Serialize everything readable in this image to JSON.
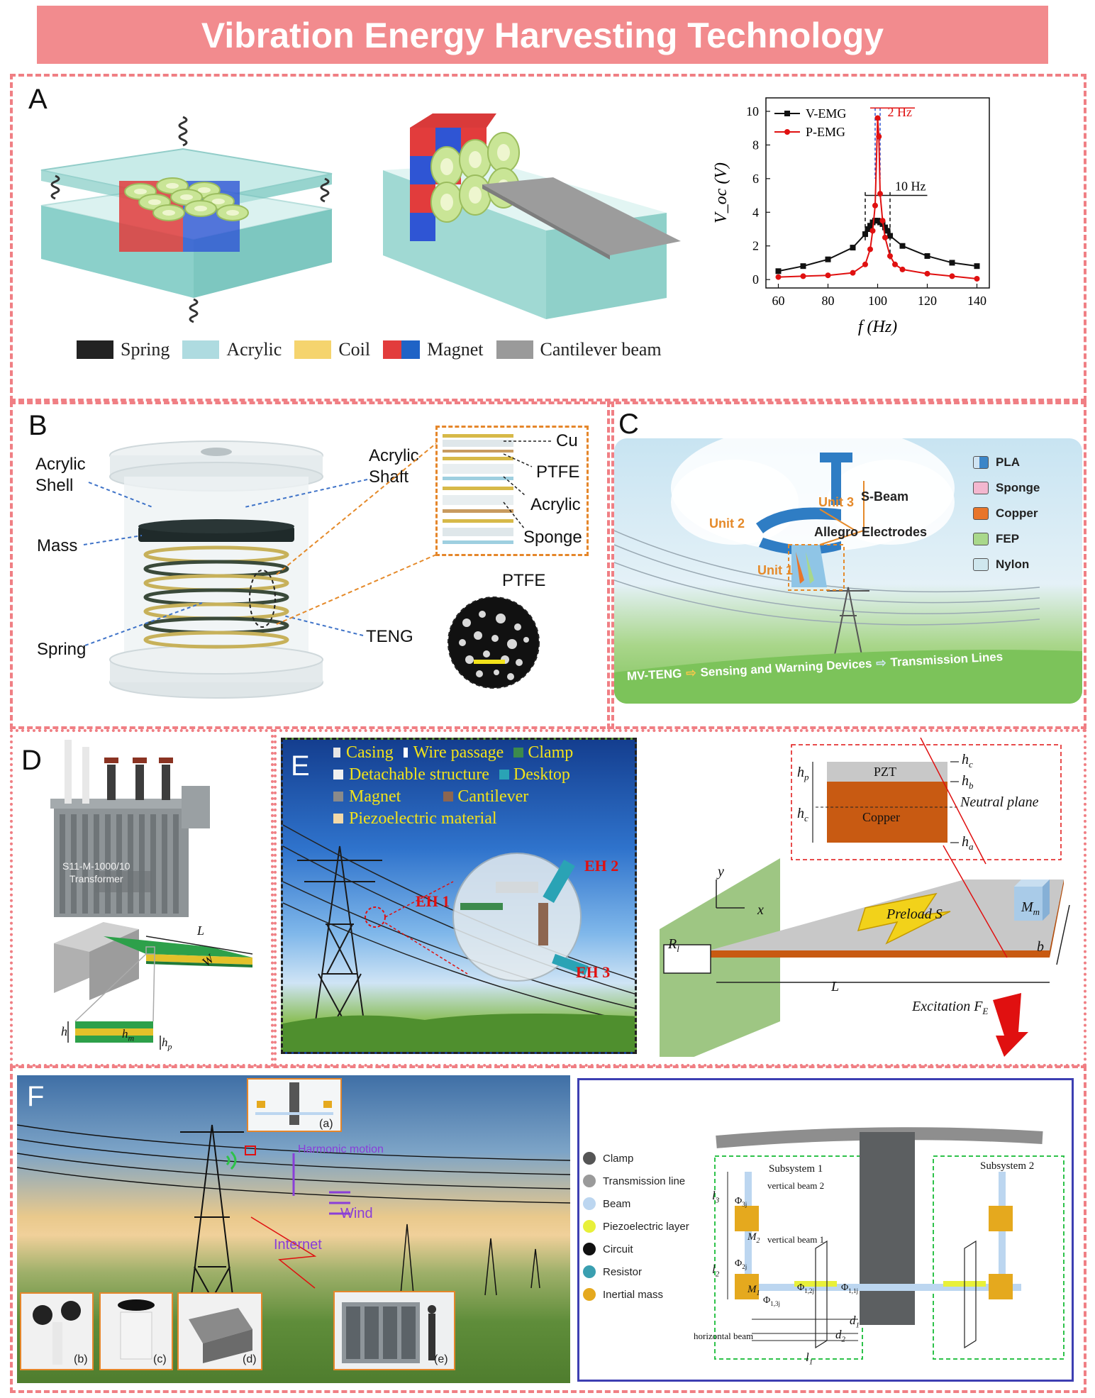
{
  "title": "Vibration Energy Harvesting Technology",
  "colors": {
    "title_bg": "#f28b8e",
    "dash": "#f07f84",
    "acrylic": "#a9dcd8",
    "coil": "#c5e08a",
    "magnet_red": "#e23c3c",
    "magnet_blue": "#2f55d4",
    "beam_gray": "#9c9c9c",
    "pzt_gray": "#c8c8c8",
    "copper": "#c85a12",
    "v_emg": "#111111",
    "p_emg": "#e01010"
  },
  "panels": {
    "a": {
      "letter": "A",
      "legend": [
        {
          "label": "Spring",
          "color": "#222222"
        },
        {
          "label": "Acrylic",
          "color": "#aedbe0"
        },
        {
          "label": "Coil",
          "color": "#f5d46e"
        },
        {
          "label": "Magnet",
          "color": "#e23c3c",
          "color2": "#1f63c6"
        },
        {
          "label": "Cantilever beam",
          "color": "#9a9a9a"
        }
      ]
    },
    "b": {
      "letter": "B",
      "labels": {
        "acrylic_shell": "Acrylic\nShell",
        "acrylic_shaft": "Acrylic\nShaft",
        "mass": "Mass",
        "spring": "Spring",
        "teng": "TENG",
        "cu": "Cu",
        "ptfe": "PTFE",
        "acrylic": "Acrylic",
        "sponge": "Sponge",
        "ptfe_micro": "PTFE"
      }
    },
    "c": {
      "letter": "C",
      "legend": [
        {
          "label": "PLA",
          "color": "#3b86c8"
        },
        {
          "label": "Sponge",
          "color": "#f3b7cf"
        },
        {
          "label": "Copper",
          "color": "#e8752a"
        },
        {
          "label": "FEP",
          "color": "#a9d88b"
        },
        {
          "label": "Nylon",
          "color": "#cfe7ee"
        }
      ],
      "labels": {
        "unit1": "Unit 1",
        "unit2": "Unit 2",
        "unit3": "Unit 3",
        "s_beam": "S-Beam",
        "allegro": "Allegro Electrodes",
        "flow1": "MV-TENG",
        "flow2": "Sensing and Warning Devices",
        "flow3": "Transmission Lines"
      }
    },
    "d": {
      "letter": "D",
      "labels": {
        "transformer": "S11-M-1000/10\nTransformer",
        "L": "L",
        "W": "W",
        "h": "h",
        "hm": "h",
        "hm_sub": "m",
        "hp": "h",
        "hp_sub": "p"
      }
    },
    "e": {
      "letter": "E",
      "legend": [
        {
          "label": "Casing",
          "color": "#e6e6e6"
        },
        {
          "label": "Wire passage",
          "color": "#ffffff"
        },
        {
          "label": "Clamp",
          "color": "#3c8a4c"
        },
        {
          "label": "Detachable structure",
          "color": "#f0f0f0"
        },
        {
          "label": "Desktop",
          "color": "#2aa3b5"
        },
        {
          "label": "Magnet",
          "color": "#8a8a8a"
        },
        {
          "label": "Cantilever",
          "color": "#8d6650"
        },
        {
          "label": "Piezoelectric material",
          "color": "#f2d9a8"
        }
      ],
      "labels": {
        "eh1": "EH 1",
        "eh2": "EH 2",
        "eh3": "EH 3"
      }
    },
    "e2": {
      "labels": {
        "hc_top": "h",
        "hc_top_sub": "c",
        "hb": "h",
        "hb_sub": "b",
        "hp": "h",
        "hp_sub": "p",
        "hc": "h",
        "hc_sub": "c",
        "ha": "h",
        "ha_sub": "a",
        "pzt": "PZT",
        "copper": "Copper",
        "neutral": "Neutral plane",
        "preload": "Preload S",
        "mm": "M",
        "mm_sub": "m",
        "rl": "R",
        "rl_sub": "l",
        "x": "x",
        "y": "y",
        "b": "b",
        "L": "L",
        "excitation": "Excitation F",
        "excitation_sub": "E"
      }
    },
    "f": {
      "letter": "F",
      "labels": {
        "harmonic": "Harmonic motion",
        "wind": "Wind",
        "internet": "Internet",
        "a": "(a)",
        "b": "(b)",
        "c": "(c)",
        "d": "(d)",
        "e": "(e)"
      },
      "legend": [
        {
          "label": "Clamp",
          "color": "#555555"
        },
        {
          "label": "Transmission line",
          "color": "#9a9a9a"
        },
        {
          "label": "Beam",
          "color": "#bcd6f0"
        },
        {
          "label": "Piezoelectric layer",
          "color": "#e8f03a"
        },
        {
          "label": "Circuit",
          "color": "#111111"
        },
        {
          "label": "Resistor",
          "color": "#3a9fb0"
        },
        {
          "label": "Inertial mass",
          "color": "#e5a91e"
        }
      ],
      "diagram": {
        "sub1": "Subsystem 1",
        "sub2": "Subsystem 2",
        "vb2": "vertical beam 2",
        "vb1": "vertical beam 1",
        "hb": "horizontal beam",
        "l3": "l",
        "l3_sub": "3",
        "l2": "l",
        "l2_sub": "2",
        "l1": "l",
        "l1_sub": "1",
        "d1": "d",
        "d1_sub": "1",
        "d2": "d",
        "d2_sub": "2",
        "m2": "M",
        "m2_sub": "2",
        "m1": "M",
        "m1_sub": "1",
        "phi3j": "Φ",
        "phi3j_sub": "3j",
        "phi2j": "Φ",
        "phi2j_sub": "2j",
        "phi13j": "Φ",
        "phi13j_sub": "1,3j",
        "phi12": "Φ",
        "phi12_sub": "1,2j",
        "phi11": "Φ",
        "phi11_sub": "1,1j"
      }
    }
  },
  "chart_data": {
    "type": "line",
    "xlabel": "f (Hz)",
    "ylabel": "V_oc (V)",
    "xlim": [
      55,
      145
    ],
    "ylim": [
      -0.5,
      10.8
    ],
    "xticks": [
      60,
      80,
      100,
      120,
      140
    ],
    "yticks": [
      0,
      2,
      4,
      6,
      8,
      10
    ],
    "series": [
      {
        "name": "V-EMG",
        "color": "#111111",
        "marker": "square",
        "x": [
          60,
          70,
          80,
          90,
          95,
          96,
          97,
          98,
          99,
          100,
          101,
          102,
          103,
          104,
          105,
          110,
          120,
          130,
          140
        ],
        "y": [
          0.5,
          0.8,
          1.2,
          1.9,
          2.7,
          3.0,
          3.2,
          3.4,
          3.5,
          3.5,
          3.4,
          3.3,
          3.1,
          2.9,
          2.6,
          2.0,
          1.4,
          1.0,
          0.8
        ]
      },
      {
        "name": "P-EMG",
        "color": "#e01010",
        "marker": "circle",
        "x": [
          60,
          70,
          80,
          90,
          95,
          97,
          98,
          99,
          100,
          100.5,
          101,
          102,
          103,
          105,
          107,
          110,
          120,
          130,
          140
        ],
        "y": [
          0.15,
          0.2,
          0.25,
          0.4,
          0.9,
          1.8,
          2.9,
          4.4,
          9.6,
          8.5,
          5.1,
          3.5,
          2.5,
          1.4,
          0.9,
          0.6,
          0.35,
          0.2,
          0.05
        ]
      }
    ],
    "annotations": [
      {
        "text": "2 Hz",
        "color": "#e01010"
      },
      {
        "text": "10 Hz",
        "color": "#111111"
      }
    ],
    "legend_position": "top-left"
  }
}
